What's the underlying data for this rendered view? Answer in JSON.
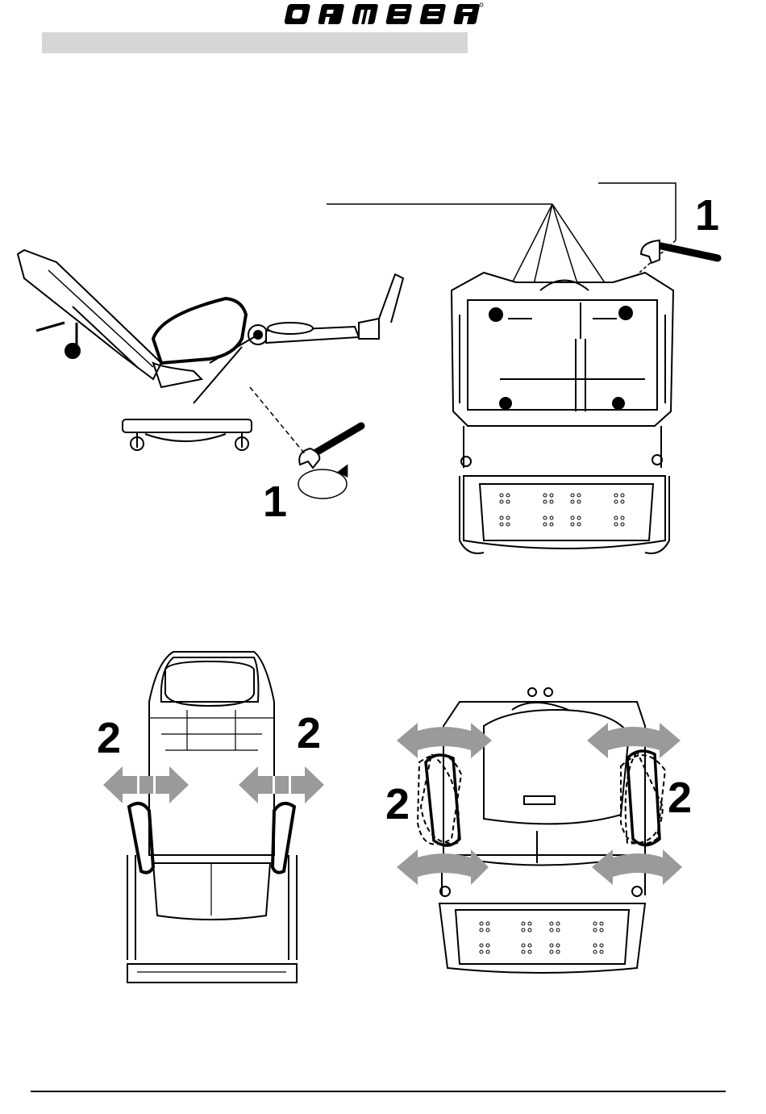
{
  "header": {
    "brand": "ORMESA",
    "section_title": ""
  },
  "callouts": {
    "top_left": "1",
    "top_right": "1",
    "bottom_left_a": "2",
    "bottom_left_b": "2",
    "bottom_right_a": "2",
    "bottom_right_b": "2"
  },
  "icons": [
    "wrench-icon",
    "rotation-arrow-icon",
    "double-arrow-icon",
    "curved-arrow-icon"
  ],
  "colors": {
    "line": "#000000",
    "arrow": "#9a9a9a",
    "title_bar": "#d6d6d6"
  }
}
